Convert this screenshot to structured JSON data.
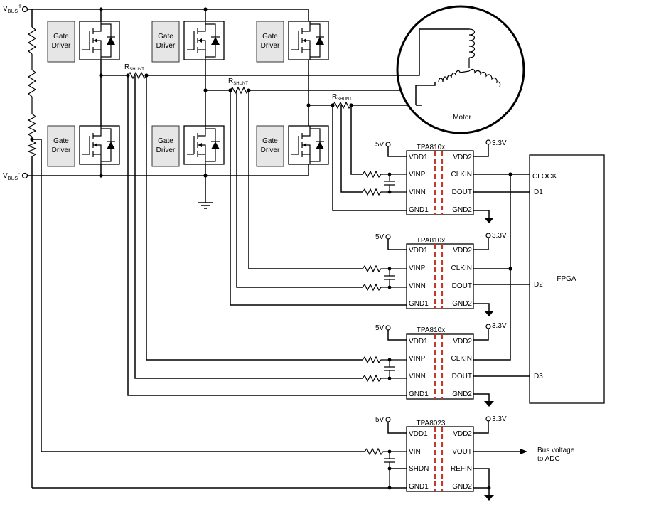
{
  "bus": {
    "vbus_plus": "V",
    "vbus_plus_sub": "BUS",
    "vbus_plus_sign": "+",
    "vbus_minus": "V",
    "vbus_minus_sub": "BUS",
    "vbus_minus_sign": "-"
  },
  "gate_driver": {
    "line1": "Gate",
    "line2": "Driver"
  },
  "shunt": {
    "label": "R",
    "sub": "SHUNT"
  },
  "motor": {
    "label": "Motor"
  },
  "fpga": {
    "label": "FPGA",
    "clock": "CLOCK",
    "d1": "D1",
    "d2": "D2",
    "d3": "D3"
  },
  "amplifier": {
    "name": "TPA810x",
    "supply_left": "5V",
    "supply_right": "3.3V",
    "pins": {
      "vdd1": "VDD1",
      "vdd2": "VDD2",
      "vinp": "VINP",
      "vinn": "VINN",
      "clkin": "CLKIN",
      "dout": "DOUT",
      "gnd1": "GND1",
      "gnd2": "GND2"
    }
  },
  "bus_sensor": {
    "name": "TPA8023",
    "supply_left": "5V",
    "supply_right": "3.3V",
    "pins": {
      "vdd1": "VDD1",
      "vdd2": "VDD2",
      "vin": "VIN",
      "shdn": "SHDN",
      "vout": "VOUT",
      "refin": "REFIN",
      "gnd1": "GND1",
      "gnd2": "GND2"
    },
    "output_label_line1": "Bus voltage",
    "output_label_line2": "to ADC"
  }
}
